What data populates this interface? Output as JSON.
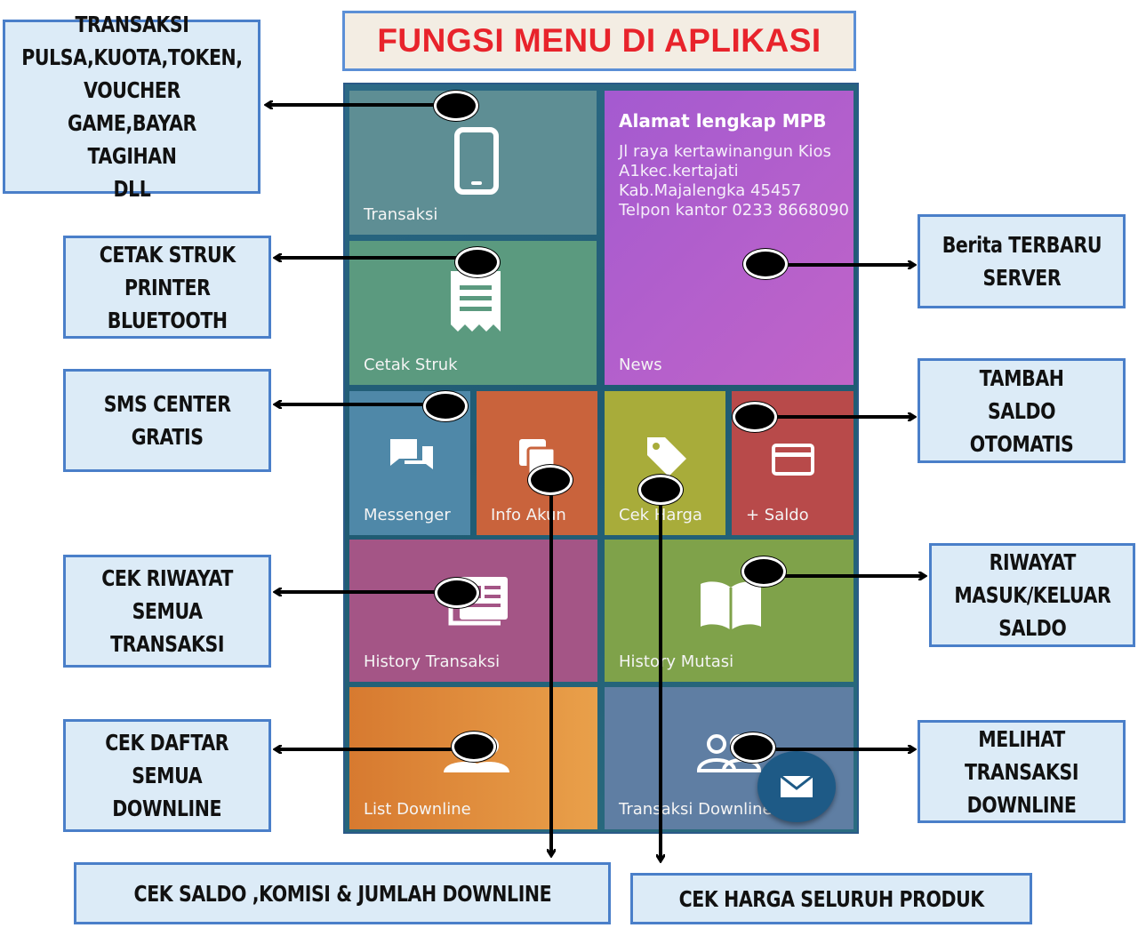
{
  "title": "FUNGSI MENU DI APLIKASI",
  "callouts": {
    "transaksi": "TRANSAKSI\nPULSA,KUOTA,TOKEN,\nVOUCHER\nGAME,BAYAR TAGIHAN\nDLL",
    "cetak": "CETAK STRUK\nPRINTER\nBLUETOOTH",
    "sms": "SMS CENTER\nGRATIS",
    "riwayat": "CEK RIWAYAT\nSEMUA\nTRANSAKSI",
    "daftar": "CEK DAFTAR\nSEMUA\nDOWNLINE",
    "saldo_komisi": "CEK SALDO ,KOMISI  & JUMLAH DOWNLINE",
    "harga": "CEK HARGA SELURUH  PRODUK",
    "berita": "Berita TERBARU\nSERVER",
    "tambah": "TAMBAH\nSALDO\nOTOMATIS",
    "mutasi": "RIWAYAT\nMASUK/KELUAR\nSALDO",
    "melihat": "MELIHAT\nTRANSAKSI\nDOWNLINE"
  },
  "tiles": {
    "transaksi": "Transaksi",
    "cetak": "Cetak Struk",
    "news": "News",
    "messenger": "Messenger",
    "info": "Info Akun",
    "harga": "Cek Harga",
    "saldo": "+ Saldo",
    "history_trx": "History Transaksi",
    "history_mutasi": "History Mutasi",
    "list_downline": "List Downline",
    "trx_downline": "Transaksi Downline"
  },
  "news": {
    "title": "Alamat lengkap MPB",
    "body": "Jl raya kertawinangun Kios\nA1kec.kertajati\nKab.Majalengka 45457\nTelpon kantor 0233 8668090"
  },
  "colors": {
    "title_red": "#e8232b",
    "callout_fill": "#dcebf7",
    "callout_border": "#4a7fc9",
    "tile_transaksi": "#5e8e94",
    "tile_cetak": "#5b9a7f",
    "tile_news": "#b45fd0",
    "tile_messenger": "#4f88a8",
    "tile_info": "#c9633c",
    "tile_harga": "#a8ac3a",
    "tile_saldo": "#b84a4a",
    "tile_history_trx": "#a45586",
    "tile_history_mutasi": "#7fa24a",
    "tile_list_downline": "#e08d3c",
    "tile_trx_downline": "#5f7ea3"
  },
  "icons": [
    "phone-icon",
    "receipt-icon",
    "chat-icon",
    "cards-icon",
    "tag-icon",
    "credit-card-icon",
    "newspaper-icon",
    "book-icon",
    "users-icon",
    "mail-icon"
  ]
}
